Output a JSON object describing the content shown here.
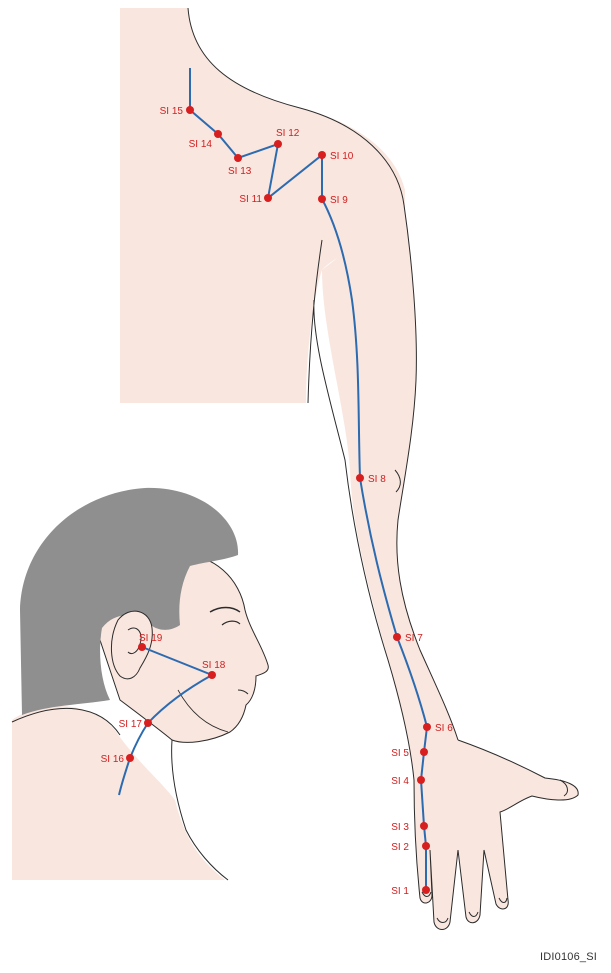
{
  "figure_id": "IDI0106_SI",
  "colors": {
    "skin": "#f9e6df",
    "outline": "#2b2b2b",
    "hair": "#8f8f8f",
    "meridian": "#2c6bb0",
    "point": "#d81f1f"
  },
  "points": [
    {
      "id": "si1",
      "label": "SI 1"
    },
    {
      "id": "si2",
      "label": "SI 2"
    },
    {
      "id": "si3",
      "label": "SI 3"
    },
    {
      "id": "si4",
      "label": "SI 4"
    },
    {
      "id": "si5",
      "label": "SI 5"
    },
    {
      "id": "si6",
      "label": "SI 6"
    },
    {
      "id": "si7",
      "label": "SI 7"
    },
    {
      "id": "si8",
      "label": "SI 8"
    },
    {
      "id": "si9",
      "label": "SI 9"
    },
    {
      "id": "si10",
      "label": "SI 10"
    },
    {
      "id": "si11",
      "label": "SI 11"
    },
    {
      "id": "si12",
      "label": "SI 12"
    },
    {
      "id": "si13",
      "label": "SI 13"
    },
    {
      "id": "si14",
      "label": "SI 14"
    },
    {
      "id": "si15",
      "label": "SI 15"
    },
    {
      "id": "si16",
      "label": "SI 16"
    },
    {
      "id": "si17",
      "label": "SI 17"
    },
    {
      "id": "si18",
      "label": "SI 18"
    },
    {
      "id": "si19",
      "label": "SI 19"
    }
  ]
}
